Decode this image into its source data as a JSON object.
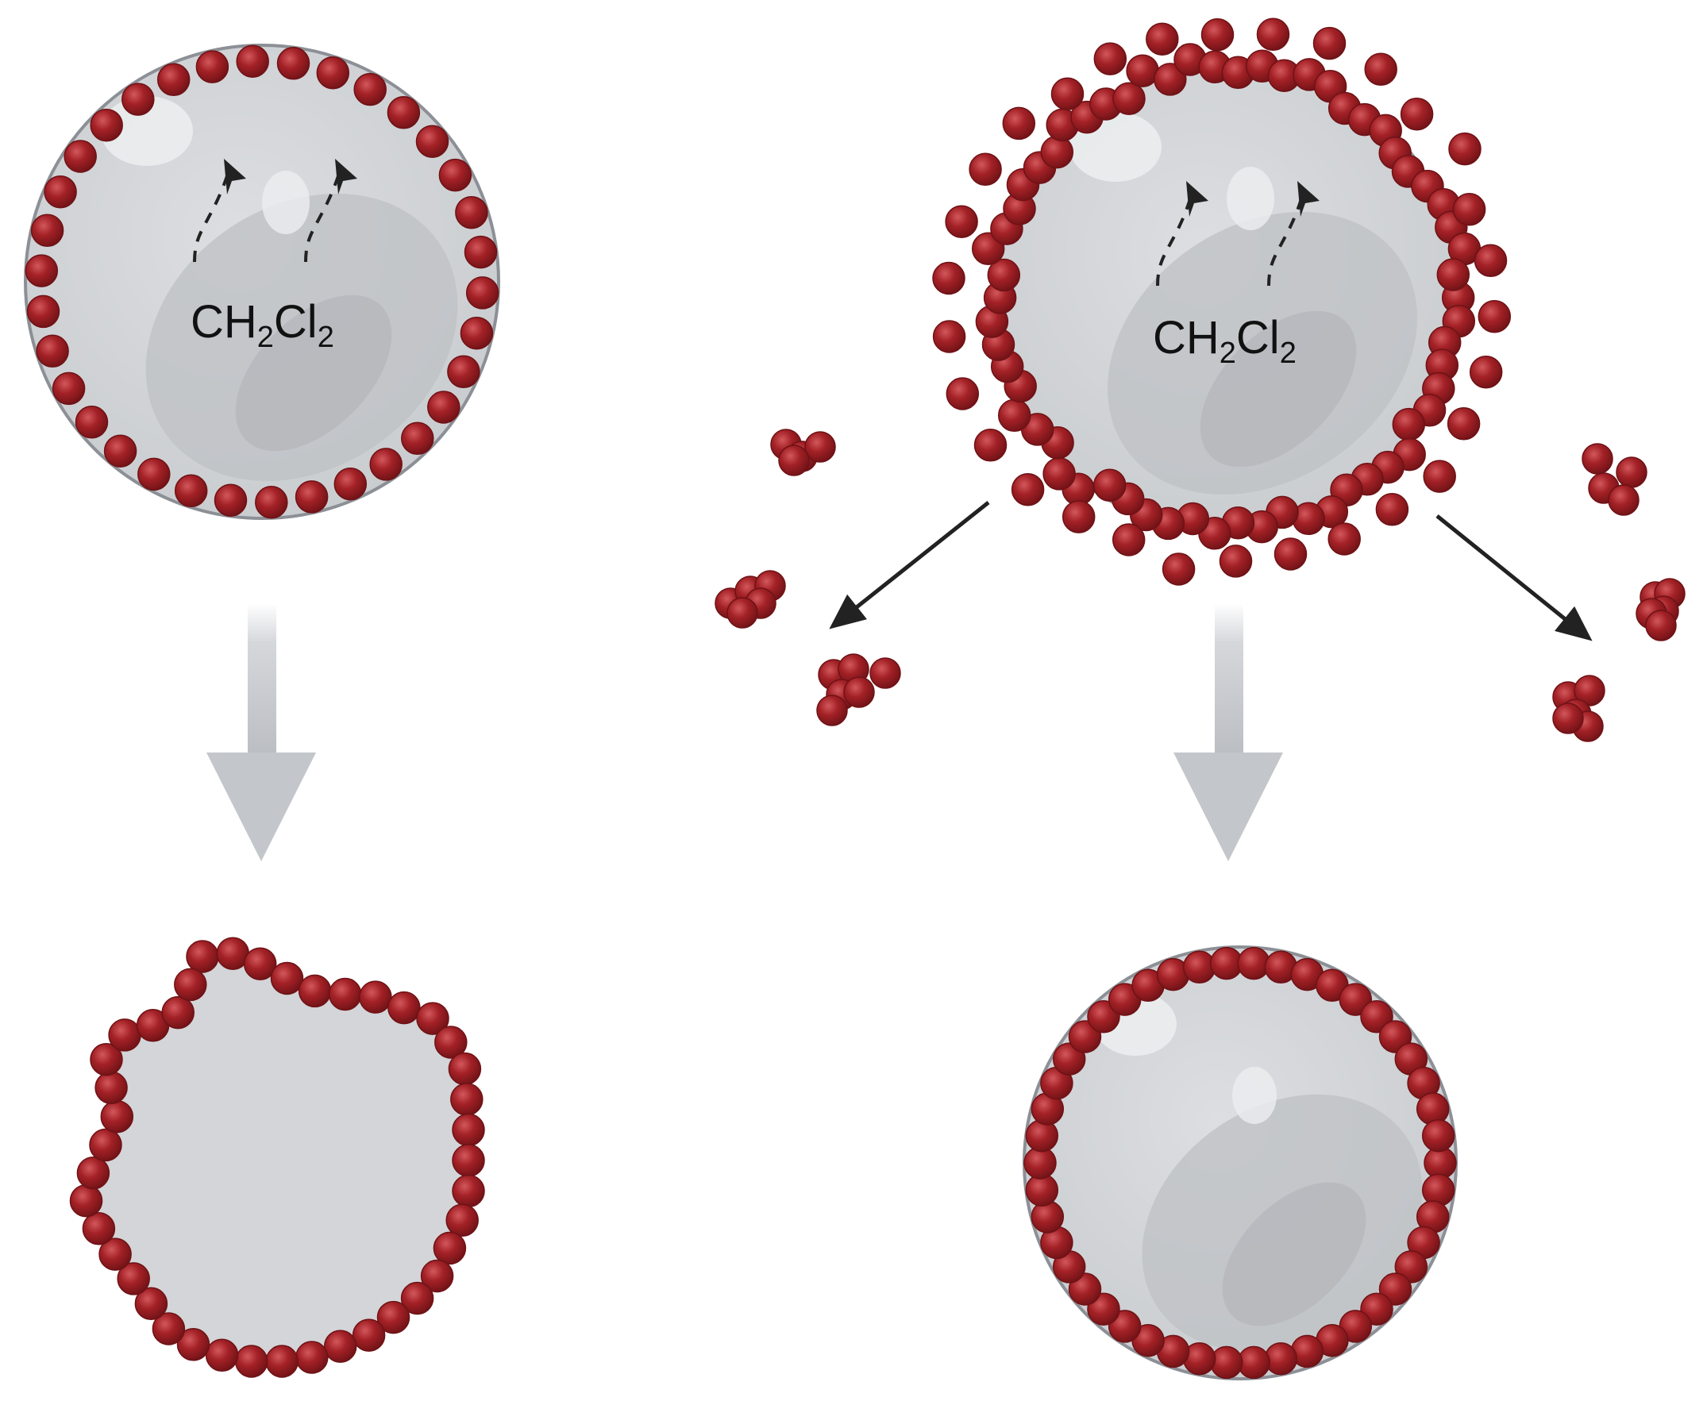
{
  "panels": [
    {
      "id": "left",
      "formula": {
        "a": "CH",
        "sub1": "2",
        "b": "Cl",
        "sub2": "2"
      }
    },
    {
      "id": "right",
      "formula": {
        "a": "CH",
        "sub1": "2",
        "b": "Cl",
        "sub2": "2"
      }
    }
  ],
  "colors": {
    "particle": "#a32126",
    "particle_dark": "#7a1418",
    "particle_highlight": "#d2585c",
    "droplet": "#d3d5d8",
    "droplet_inner": "#b8bbbf",
    "droplet_rim": "#8c9096",
    "arrow_gray": "#c3c6cb",
    "arrow_dark": "#222222",
    "text": "#111111"
  }
}
